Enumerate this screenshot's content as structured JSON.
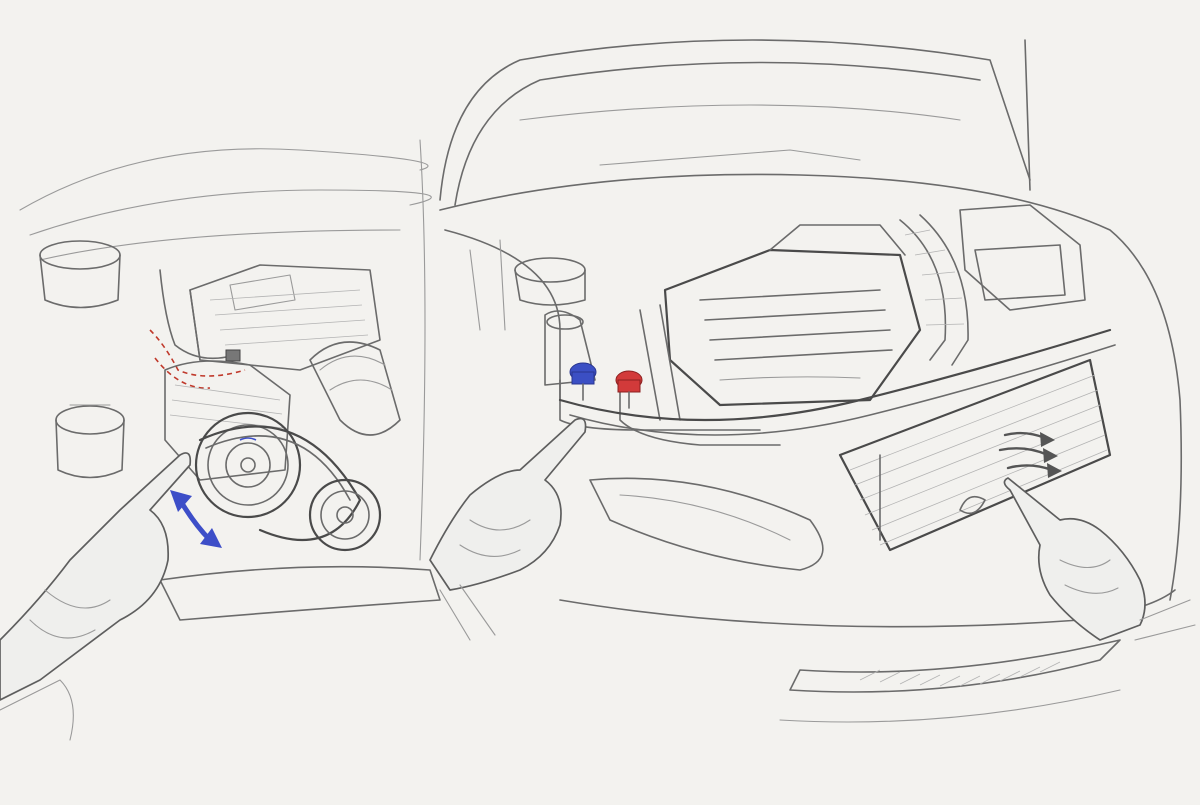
{
  "colors": {
    "paper": "#f3f2ef",
    "pencil": "#6b6b6b",
    "low_side_cap": "#3b4fc4",
    "high_side_cap": "#d23a3a",
    "wiring_highlight": "#c0392b",
    "rotation_arrow": "#3d4ec8",
    "airflow_arrows": "#555555"
  },
  "elements": {
    "left_panel": [
      "compressor-clutch",
      "compressor-pulley",
      "serpentine-belt",
      "rotation-arrow",
      "wiring-connector",
      "pointing-glove"
    ],
    "right_panel": [
      "raised-hood",
      "engine-cover",
      "low-side-service-cap",
      "high-side-service-cap",
      "condenser",
      "airflow-arrows",
      "pointing-glove-center",
      "pointing-glove-right"
    ]
  }
}
